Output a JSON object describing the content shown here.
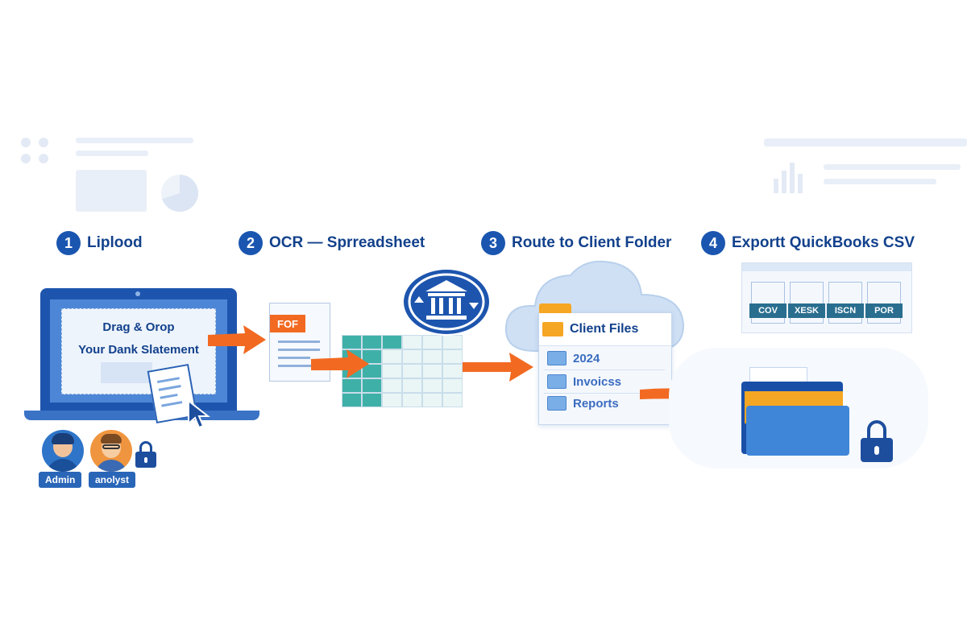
{
  "steps": [
    {
      "number": "1",
      "title": "Liplood"
    },
    {
      "number": "2",
      "title": "OCR — Sprreadsheet"
    },
    {
      "number": "3",
      "title": "Route to Client Folder"
    },
    {
      "number": "4",
      "title": "Exportt QuickBooks CSV"
    }
  ],
  "upload": {
    "drop_line1": "Drag & Orop",
    "drop_line2": "Your Dank Slatement"
  },
  "users": [
    {
      "role": "Admin"
    },
    {
      "role": "anolyst"
    }
  ],
  "ocr": {
    "file_badge": "FOF"
  },
  "route": {
    "header": "Client Files",
    "folders": [
      "2024",
      "Invoicss",
      "Reports"
    ]
  },
  "export": {
    "files": [
      "COV",
      "XESK",
      "ISCN",
      "POR"
    ]
  },
  "colors": {
    "primary": "#1a56b0",
    "arrow": "#f26a22",
    "teal": "#3fb0a8",
    "folder_orange": "#f5a623"
  }
}
